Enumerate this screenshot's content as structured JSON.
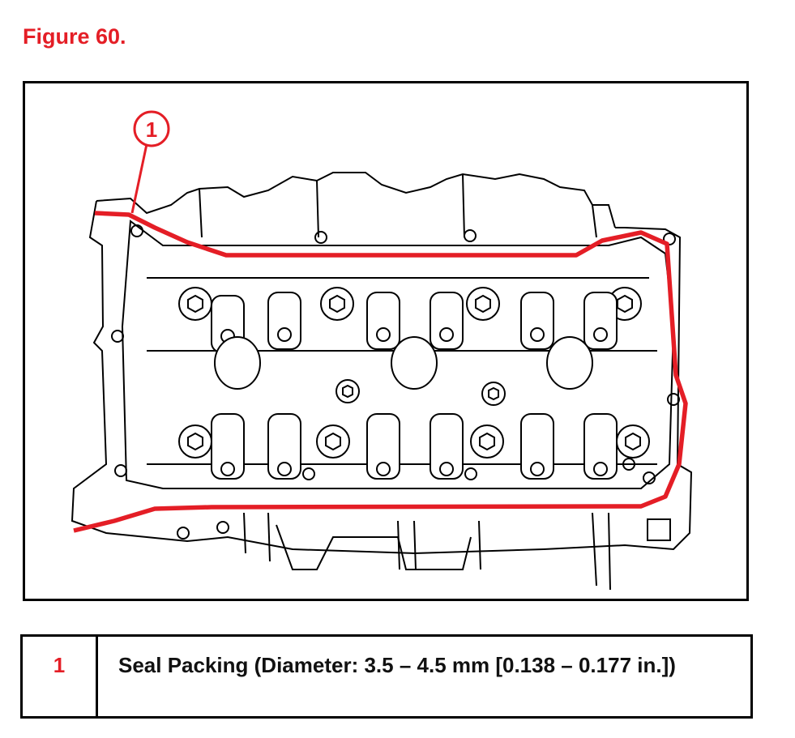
{
  "figure": {
    "title": "Figure 60."
  },
  "callout": {
    "number": "1"
  },
  "legend": {
    "rows": [
      {
        "number": "1",
        "description": "Seal Packing (Diameter: 3.5 – 4.5 mm [0.138 – 0.177 in.])"
      }
    ]
  },
  "colors": {
    "accent": "#e41e26",
    "line": "#000000"
  }
}
